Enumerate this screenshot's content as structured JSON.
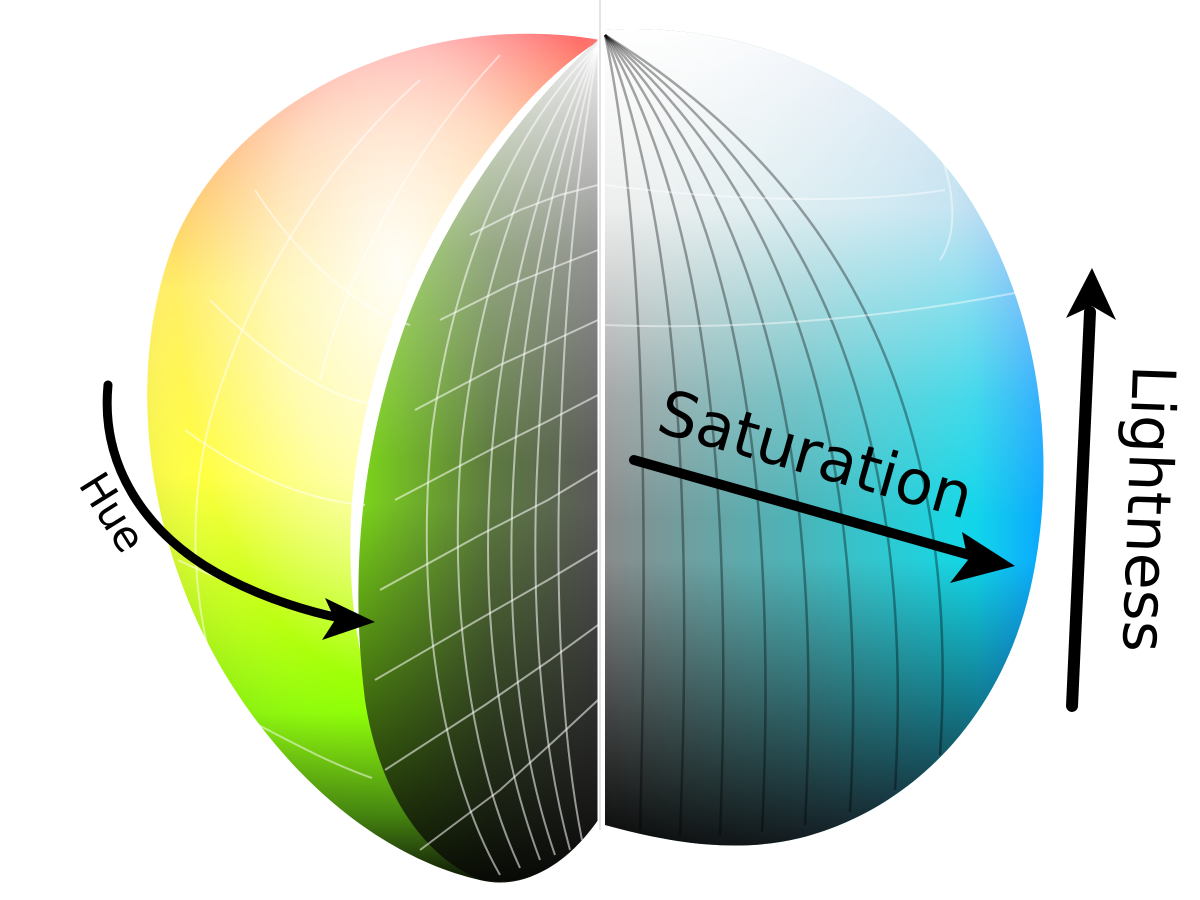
{
  "labels": {
    "hue": "Hue",
    "saturation": "Saturation",
    "lightness": "Lightness"
  },
  "colors": {
    "background": "#ffffff",
    "arrow": "#000000",
    "hue_yellow": "#ffff00",
    "hue_green": "#80ff00",
    "hue_cyan": "#00ffff",
    "hue_blue": "#0000ff",
    "hue_red": "#ff0000",
    "white_pole": "#ffffff",
    "black_pole": "#000000",
    "gray_axis": "#808080"
  },
  "icons": {
    "hue_arrow": "curved-arrow",
    "saturation_arrow": "straight-arrow",
    "lightness_arrow": "up-arrow"
  }
}
